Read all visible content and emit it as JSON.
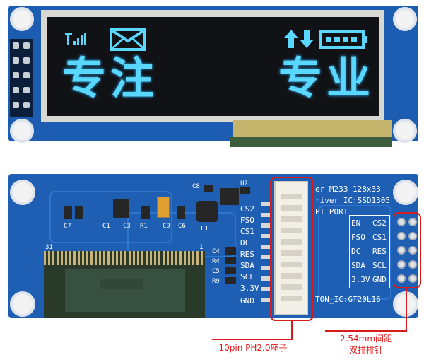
{
  "top_module": {
    "display_left_text": "专注",
    "display_right_text": "专业"
  },
  "bottom_module": {
    "part_no": "er M233 128x33",
    "driver_ic": "river IC:SSD1305",
    "spi_port": "PI PORT",
    "font_ic": "TON_IC:GT20L16",
    "pin_labels": [
      "CS2",
      "FSO",
      "CS1",
      "DC",
      "RES",
      "SDA",
      "SCL",
      "3.3V",
      "GND"
    ],
    "header_labels_left": [
      "EN",
      "FSO",
      "DC",
      "SDA",
      "3.3V"
    ],
    "header_labels_right": [
      "CS2",
      "CS1",
      "RES",
      "SCL",
      "GND"
    ],
    "component_labels": [
      "C8",
      "U2",
      "C7",
      "C1",
      "R1",
      "C9",
      "C6",
      "C3",
      "L1",
      "C4",
      "R4",
      "C5",
      "R9"
    ],
    "pin_numbers": [
      "31",
      "1"
    ]
  },
  "callouts": {
    "connector": "10pin PH2.0座子",
    "header_line1": "2.54mm间距",
    "header_line2": "双排排针"
  },
  "colors": {
    "pcb": "#1d5db1",
    "oled_text": "#5ad7ff",
    "callout_red": "#d61b1b"
  }
}
